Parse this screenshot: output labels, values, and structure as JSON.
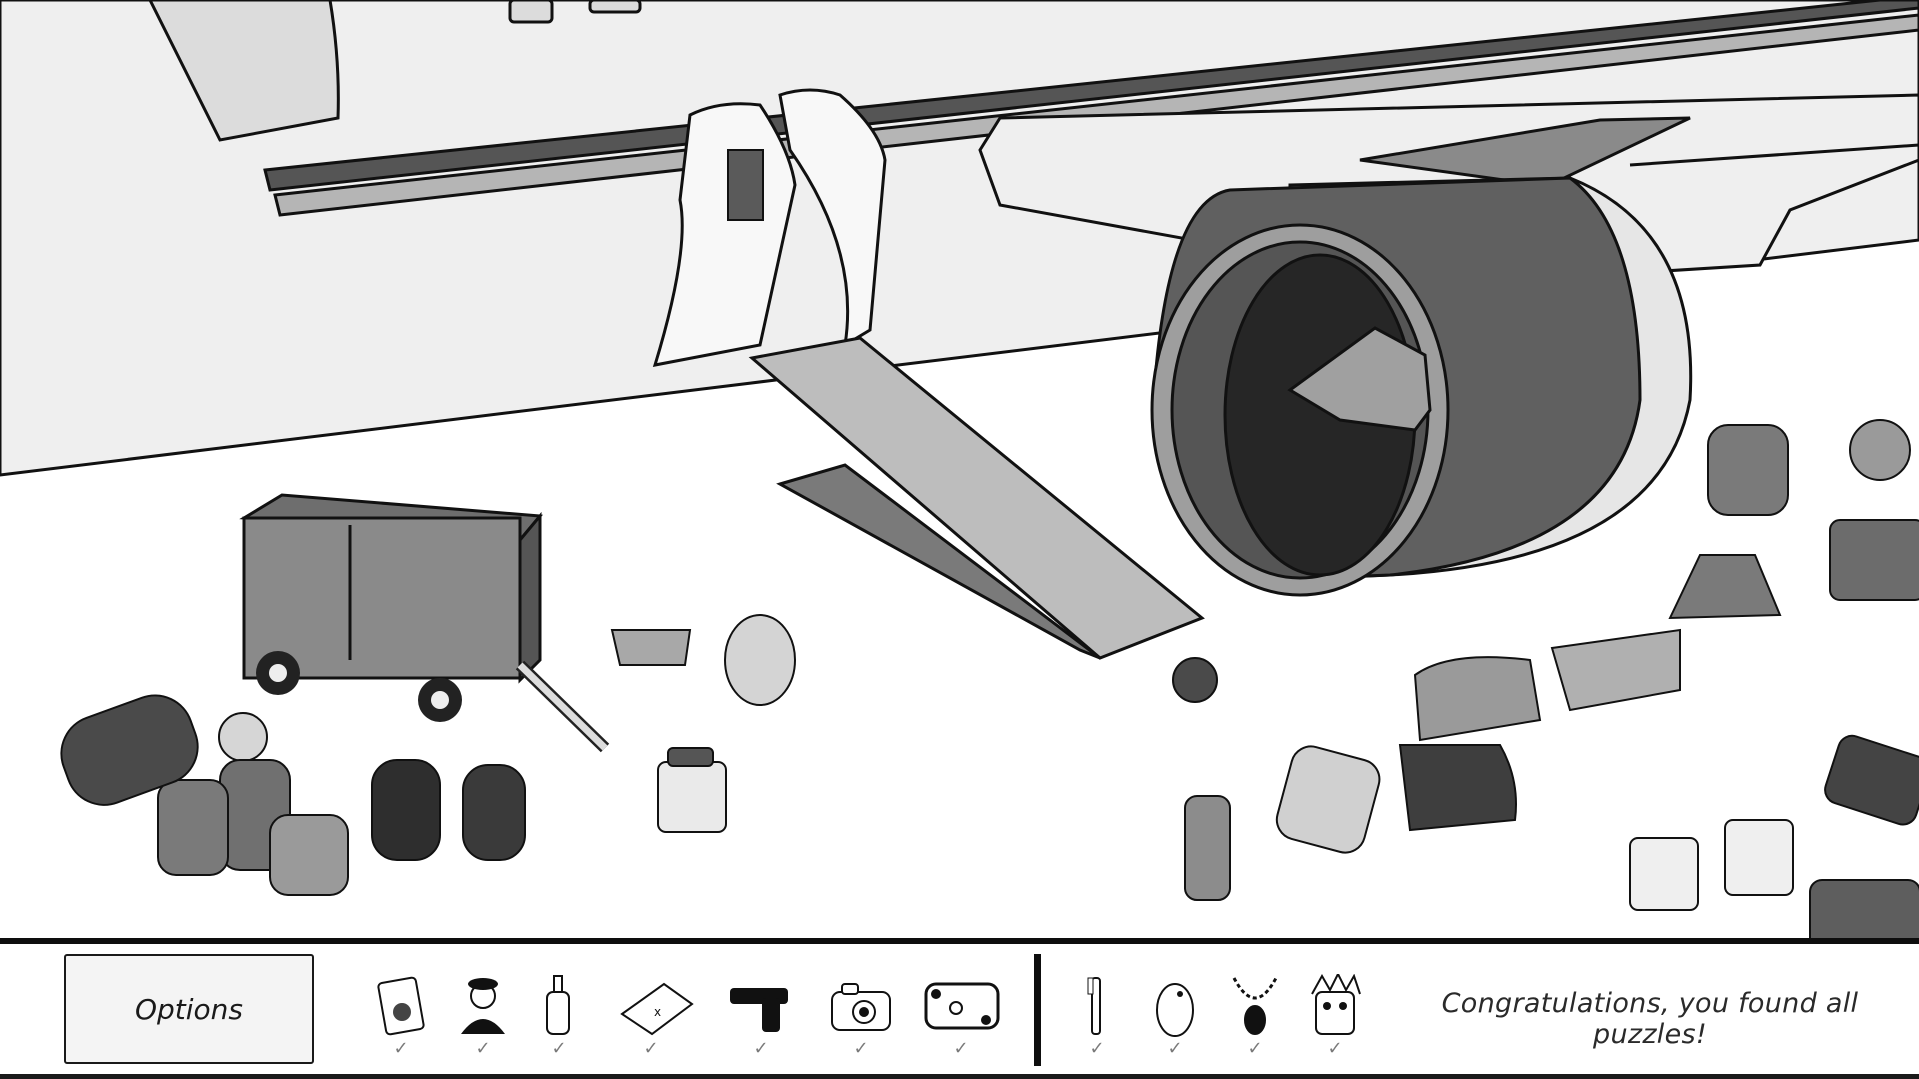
{
  "scene": {
    "name": "Airplane baggage area",
    "objects": [
      "airplane-fuselage",
      "wing",
      "jet-engine",
      "landing-gear-door",
      "baggage-cart",
      "luggage-handler",
      "duffel-bags",
      "backpacks",
      "suitcases",
      "pet-carriers",
      "bottle-crate",
      "jars",
      "tiki-mask-hidden"
    ]
  },
  "hud": {
    "options_label": "Options",
    "group_one": [
      {
        "name": "passport",
        "found": true,
        "check": "✓"
      },
      {
        "name": "pilot",
        "found": true,
        "check": "✓"
      },
      {
        "name": "bottle",
        "found": true,
        "check": "✓"
      },
      {
        "name": "treasure-map",
        "found": true,
        "check": "✓"
      },
      {
        "name": "pistol",
        "found": true,
        "check": "✓"
      },
      {
        "name": "camera",
        "found": true,
        "check": "✓"
      },
      {
        "name": "hippie-van",
        "found": true,
        "check": "✓"
      }
    ],
    "group_two": [
      {
        "name": "toothbrush",
        "found": true,
        "check": "✓"
      },
      {
        "name": "owl",
        "found": true,
        "check": "✓"
      },
      {
        "name": "necklace",
        "found": true,
        "check": "✓"
      },
      {
        "name": "tiki-mask",
        "found": true,
        "check": "✓"
      }
    ],
    "status_message": "Congratulations, you found all puzzles!"
  }
}
